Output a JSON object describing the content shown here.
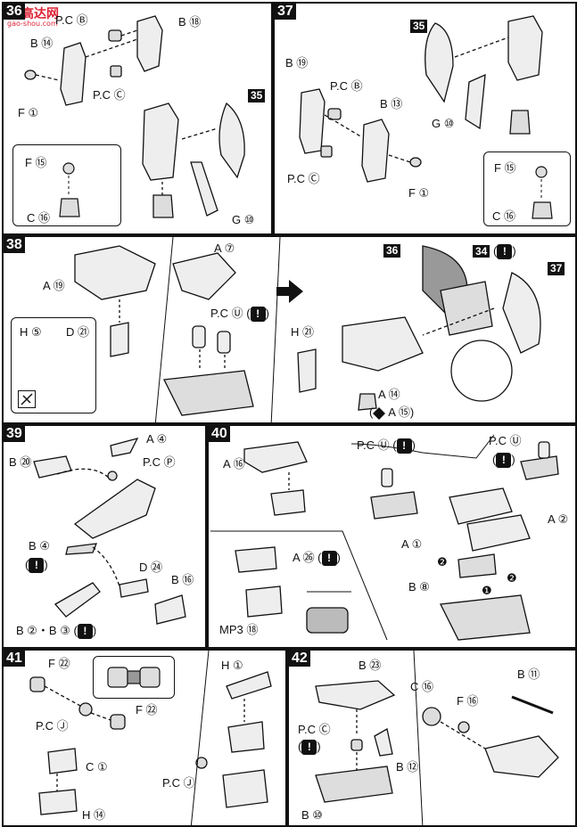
{
  "watermark": {
    "text": "高达网",
    "sub": "gao-shou.com"
  },
  "steps": [
    {
      "num": "36",
      "labels": {
        "pcb": "P.C Ⓑ",
        "b18": "B ⑱",
        "b14": "B ⑭",
        "pcc": "P.C Ⓒ",
        "f1": "F ①",
        "s35": "35",
        "f15": "F ⑮",
        "c16": "C ⑯",
        "g10": "G ⑩"
      }
    },
    {
      "num": "37",
      "labels": {
        "s35": "35",
        "b19": "B ⑲",
        "pcb": "P.C Ⓑ",
        "b13": "B ⑬",
        "pcc": "P.C Ⓒ",
        "f1": "F ①",
        "g10": "G ⑩",
        "f15": "F ⑮",
        "c16": "C ⑯"
      }
    },
    {
      "num": "38",
      "labels": {
        "a19": "A ⑲",
        "a7": "A ⑦",
        "pcu": "P.C Ⓤ (",
        "h5": "H ⑤",
        "d21": "D ㉑",
        "s36": "36",
        "s34": "34",
        "s37": "37",
        "h21": "H ㉑",
        "a14": "A ⑭",
        "a15": "A ⑮"
      }
    },
    {
      "num": "39",
      "labels": {
        "a4": "A ④",
        "b20": "B ⑳",
        "pcp": "P.C Ⓟ",
        "b4": "B ④",
        "d24": "D ㉔",
        "b16": "B ⑯",
        "b2b3": "B ②・B ③ ("
      }
    },
    {
      "num": "40",
      "labels": {
        "a16": "A ⑯",
        "pcu1": "P.C Ⓤ (",
        "pcu2": "P.C Ⓤ",
        "a1": "A ①",
        "a2": "A ②",
        "a26": "A ㉖ (",
        "b8": "B ⑧",
        "mp3": "MP3 ⑱",
        "n1": "❶",
        "n2a": "❷",
        "n2b": "❷"
      }
    },
    {
      "num": "41",
      "labels": {
        "f22a": "F ㉒",
        "pcj": "P.C Ⓙ",
        "f22b": "F ㉒",
        "c1": "C ①",
        "h14": "H ⑭",
        "h1": "H ①",
        "pcj2": "P.C Ⓙ"
      }
    },
    {
      "num": "42",
      "labels": {
        "b23": "B ㉓",
        "b11": "B ⑪",
        "c16": "C ⑯",
        "f16": "F ⑯",
        "pcc": "P.C Ⓒ",
        "b12": "B ⑫",
        "b10": "B ⑩"
      }
    }
  ],
  "warn_symbol": "!",
  "close_paren": ")"
}
